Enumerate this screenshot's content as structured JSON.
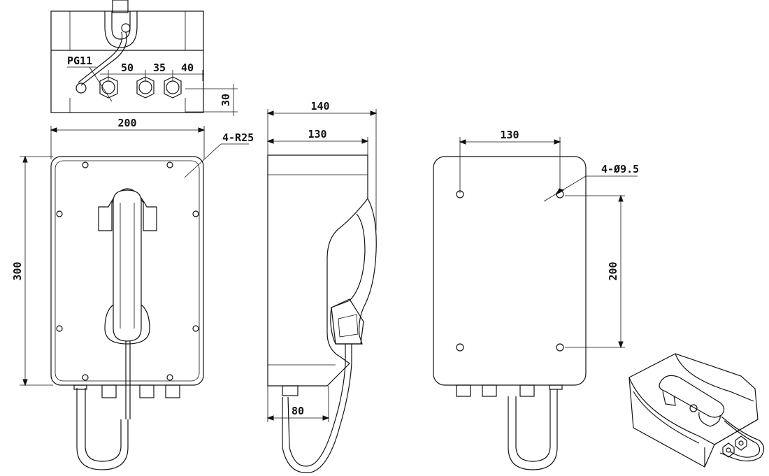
{
  "top_view": {
    "label_gland": "PG11",
    "dim_gap_1": "50",
    "dim_gap_2": "35",
    "dim_gap_3": "40",
    "dim_offset": "30"
  },
  "front_view": {
    "dim_width": "200",
    "dim_height": "300",
    "label_radius": "4-R25"
  },
  "side_view": {
    "dim_depth_total": "140",
    "dim_depth_body": "130",
    "dim_depth_gland": "80"
  },
  "rear_view": {
    "dim_hole_spacing_h": "130",
    "dim_hole_spacing_v": "200",
    "label_holes": "4-Ø9.5"
  },
  "colors": {
    "line": "#111111",
    "background": "#ffffff"
  }
}
